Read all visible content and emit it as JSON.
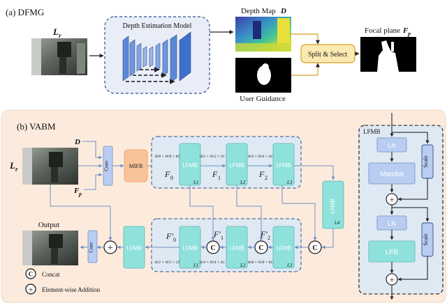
{
  "dfmg": {
    "section_label": "(a) DFMG",
    "input_label": "L",
    "input_sub": "r",
    "model_title": "Depth Estimation Model",
    "depth_map_label": "Depth Map",
    "depth_map_symbol": "D",
    "split_select_label": "Split & Select",
    "user_guidance_label": "User Guidance",
    "focal_plane_label": "Focal plane",
    "focal_plane_symbol": "F",
    "focal_plane_sub": "p"
  },
  "vabm": {
    "section_label": "(b) VABM",
    "input_label": "L",
    "input_sub": "r",
    "d_label": "D",
    "fp_label": "F",
    "fp_sub": "p",
    "conv_label": "Conv",
    "mifb_label": "MIFB",
    "lfmb_label": "LFMB",
    "encoder": [
      {
        "tag": "L1",
        "feat": "F",
        "feat_sub": "0",
        "dims": "H/2 × W/2 × 2C"
      },
      {
        "tag": "L2",
        "feat": "F",
        "feat_sub": "1",
        "dims": "H/4 × W/4 × 4C"
      },
      {
        "tag": "L3",
        "feat": "F",
        "feat_sub": "2",
        "dims": "H/8 × W/8 × 8C"
      }
    ],
    "bottleneck_tag": "L4",
    "decoder": [
      {
        "tag": "L1",
        "feat": "F′",
        "feat_sub": "0",
        "dims": "H/2 × W/2 × 2C"
      },
      {
        "tag": "L2",
        "feat": "F′",
        "feat_sub": "1",
        "dims": "H/4 × W/4 × 4C"
      },
      {
        "tag": "L3",
        "feat": "F′",
        "feat_sub": "2",
        "dims": "H/8 × W/8 × 8C"
      }
    ],
    "concat_symbol": "C",
    "add_symbol": "+",
    "output_label": "Output"
  },
  "lfmb_detail": {
    "title": "LFMB",
    "ln1": "LN",
    "mamba": "Mamba",
    "scale1": "Scale",
    "ln2": "LN",
    "lfb": "LFB",
    "scale2": "Scale"
  },
  "legend": {
    "concat_symbol": "C",
    "concat_label": "Concat",
    "add_symbol": "+",
    "add_label": "Element-wise Addition"
  },
  "colors": {
    "dfmg_bg": "#ffffff",
    "vabm_bg": "#fcebdd",
    "model_box": "#e9edf8",
    "lfmb_fill": "#8fe2dc",
    "mifb_fill": "#f9c39a",
    "block_blue": "#b9cdf2",
    "split_fill": "#fbe9b2",
    "group_fill": "#dfe9f3"
  }
}
